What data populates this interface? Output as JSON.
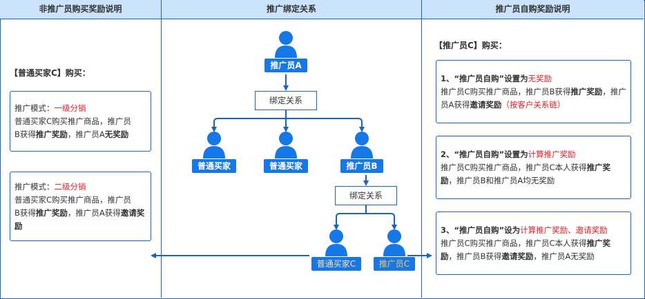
{
  "columns": {
    "left_header": "非推广员购买奖励说明",
    "mid_header": "推广绑定关系",
    "right_header": "推广员自购奖励说明"
  },
  "left": {
    "section_title": "【普通买家C】购买：",
    "cards": [
      {
        "mode_label": "推广模式：",
        "mode_value": "一级分销",
        "line1": "普通买家C购买推广商品，推广员",
        "line2_a": "B获得",
        "line2_b": "推广奖励",
        "line2_c": "，推广员A",
        "line2_d": "无奖励"
      },
      {
        "mode_label": "推广模式：",
        "mode_value": "二级分销",
        "line1": "普通买家C购买推广商品，推广员",
        "line2_a": "B获得",
        "line2_b": "推广奖励",
        "line2_c": "，推广员A获得",
        "line2_d": "邀请奖励"
      }
    ]
  },
  "middle": {
    "nodes": {
      "promoter_a": "推广员A",
      "buyer_1": "普通买家",
      "buyer_2": "普通买家",
      "promoter_b": "推广员B",
      "buyer_c": "普通买家C",
      "promoter_c": "推广员C"
    },
    "bind_label_1": "绑定关系",
    "bind_label_2": "绑定关系"
  },
  "right": {
    "section_title": "【推广员C】购买：",
    "cards": [
      {
        "head": "1、“推广员自购”设置为",
        "head_value": "无奖励",
        "t1": "推广员C购买推广商品，推广员B获得",
        "t2": "推广奖励",
        "t3": "，推广员A获得",
        "t4": "邀请奖励",
        "t5": "（按客户关系链）"
      },
      {
        "head": "2、“推广员自购”设置为",
        "head_value": "计算推广奖励",
        "t1": "推广员C购买推广商品，推广员C本人获得",
        "t2": "推广奖励",
        "t3": "，推广员B和推广员A均无奖励"
      },
      {
        "head": "3、“推广员自购”设为",
        "head_value": "计算推广奖励、邀请奖励",
        "t1": "推广员C购买推广商品，推广员C本人获得",
        "t2": "推广奖励",
        "t3": "，推广员B获得",
        "t4": "邀请奖励",
        "t5": "，推广员A无奖励"
      }
    ]
  },
  "colors": {
    "border": "#1565c0",
    "header_bg": "#cce4fb",
    "node_blue": "#1677e6",
    "highlight_red": "#e51c23"
  }
}
